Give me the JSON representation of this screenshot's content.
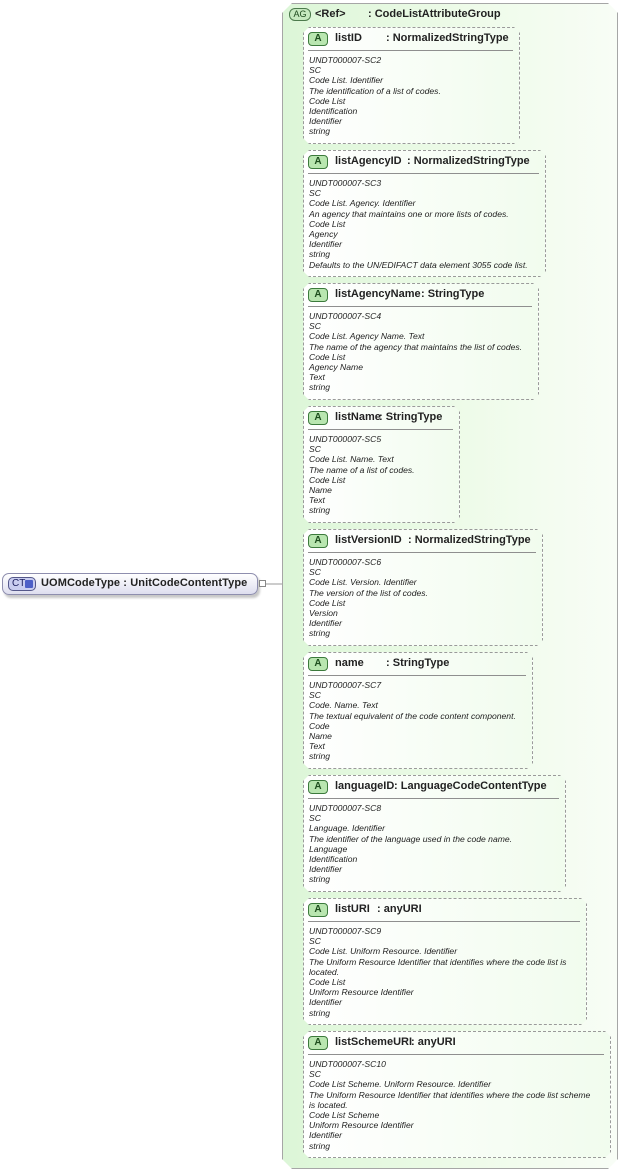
{
  "complex_type": {
    "badge": "CT",
    "name": "UOMCodeType",
    "separator": ":",
    "type": "UnitCodeContentType"
  },
  "attribute_group": {
    "badge": "AG",
    "ref_label": "<Ref>",
    "separator": ":",
    "name": "CodeListAttributeGroup"
  },
  "attributes": [
    {
      "badge": "A",
      "name": "listID",
      "separator": ":",
      "type": "NormalizedStringType",
      "doc": [
        "UNDT000007-SC2",
        "SC",
        "Code List. Identifier",
        "The identification of a list of codes.",
        "Code List",
        "Identification",
        "Identifier",
        "string"
      ]
    },
    {
      "badge": "A",
      "name": "listAgencyID",
      "separator": ":",
      "type": "NormalizedStringType",
      "doc": [
        "UNDT000007-SC3",
        "SC",
        "Code List. Agency. Identifier",
        "An agency that maintains one or more lists of codes.",
        "Code List",
        "Agency",
        "Identifier",
        "string",
        "Defaults to the UN/EDIFACT data element 3055 code list."
      ]
    },
    {
      "badge": "A",
      "name": "listAgencyName",
      "separator": ":",
      "type": "StringType",
      "doc": [
        "UNDT000007-SC4",
        "SC",
        "Code List. Agency Name. Text",
        "The name of the agency that maintains the list of codes.",
        "Code List",
        "Agency Name",
        "Text",
        "string"
      ]
    },
    {
      "badge": "A",
      "name": "listName",
      "separator": ":",
      "type": "StringType",
      "doc": [
        "UNDT000007-SC5",
        "SC",
        "Code List. Name. Text",
        "The name of a list of codes.",
        "Code List",
        "Name",
        "Text",
        "string"
      ]
    },
    {
      "badge": "A",
      "name": "listVersionID",
      "separator": ":",
      "type": "NormalizedStringType",
      "doc": [
        "UNDT000007-SC6",
        "SC",
        "Code List. Version. Identifier",
        "The version of the list of codes.",
        "Code List",
        "Version",
        "Identifier",
        "string"
      ]
    },
    {
      "badge": "A",
      "name": "name",
      "separator": ":",
      "type": "StringType",
      "doc": [
        "UNDT000007-SC7",
        "SC",
        "Code. Name. Text",
        "The textual equivalent of the code content component.",
        "Code",
        "Name",
        "Text",
        "string"
      ]
    },
    {
      "badge": "A",
      "name": "languageID",
      "separator": ":",
      "type": "LanguageCodeContentType",
      "doc": [
        "UNDT000007-SC8",
        "SC",
        "Language. Identifier",
        "The identifier of the language used in the code name.",
        "Language",
        "Identification",
        "Identifier",
        "string"
      ]
    },
    {
      "badge": "A",
      "name": "listURI",
      "separator": ":",
      "type": "anyURI",
      "doc": [
        "UNDT000007-SC9",
        "SC",
        "Code List. Uniform Resource. Identifier",
        "The Uniform Resource Identifier that identifies where the code list is",
        "located.",
        "Code List",
        "Uniform Resource Identifier",
        "Identifier",
        "string"
      ]
    },
    {
      "badge": "A",
      "name": "listSchemeURI",
      "separator": ":",
      "type": "anyURI",
      "doc": [
        "UNDT000007-SC10",
        "SC",
        "Code List Scheme. Uniform Resource. Identifier",
        "The Uniform Resource Identifier that identifies where the code list scheme",
        "is located.",
        "Code List Scheme",
        "Uniform Resource Identifier",
        "Identifier",
        "string"
      ]
    }
  ]
}
